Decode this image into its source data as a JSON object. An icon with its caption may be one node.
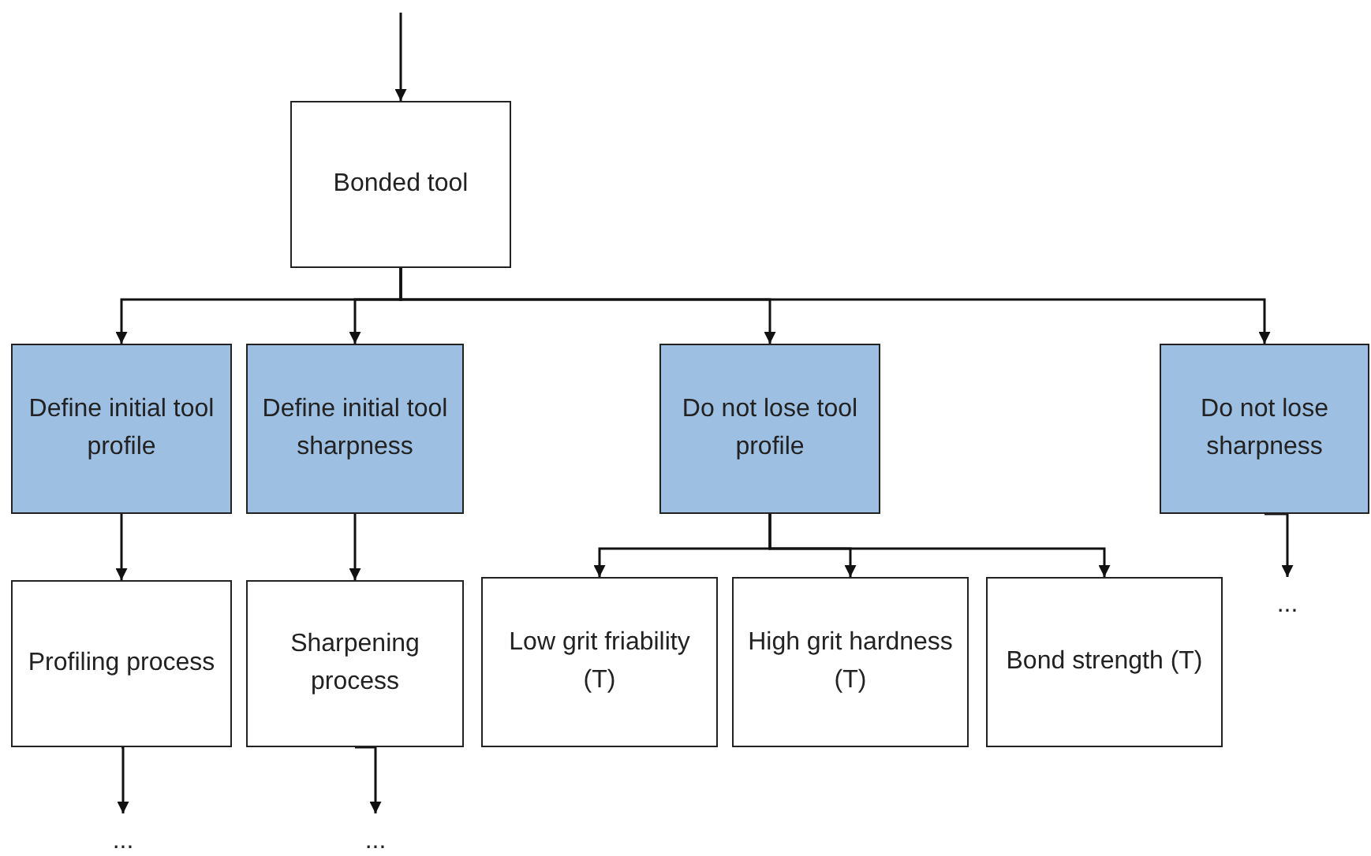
{
  "diagram": {
    "nodes": [
      {
        "text": [
          "Bonded tool"
        ]
      },
      {
        "text": [
          "Define initial tool profile"
        ]
      },
      {
        "text": [
          "Define initial tool sharpness"
        ]
      },
      {
        "text": [
          "Do not lose tool profile"
        ]
      },
      {
        "text": [
          "Do not lose sharpness"
        ]
      },
      {
        "text": [
          "Profiling process"
        ]
      },
      {
        "text": [
          "Sharpening process"
        ]
      },
      {
        "text": [
          "Low grit friability (T)"
        ]
      },
      {
        "text": [
          "High grit hardness (T)"
        ]
      },
      {
        "text": [
          "Bond strength (T)"
        ]
      },
      {
        "text": [
          "..."
        ]
      },
      {
        "text": [
          "..."
        ]
      },
      {
        "text": [
          "..."
        ]
      }
    ],
    "edges": [
      {
        "from": null,
        "to": 0,
        "arrow": "to"
      },
      {
        "from": 0,
        "to": 1,
        "arrow": "to"
      },
      {
        "from": 0,
        "to": 2,
        "arrow": "to"
      },
      {
        "from": 0,
        "to": 3,
        "arrow": "to"
      },
      {
        "from": 0,
        "to": 4,
        "arrow": "to"
      },
      {
        "from": 1,
        "to": 5,
        "arrow": "to"
      },
      {
        "from": 2,
        "to": 6,
        "arrow": "to"
      },
      {
        "from": 3,
        "to": 7,
        "arrow": "to"
      },
      {
        "from": 3,
        "to": 8,
        "arrow": "to"
      },
      {
        "from": 3,
        "to": 9,
        "arrow": "to"
      },
      {
        "from": 5,
        "to": 10,
        "arrow": "to"
      },
      {
        "from": 6,
        "to": 11,
        "arrow": "to"
      },
      {
        "from": 4,
        "to": 12,
        "arrow": "to"
      }
    ]
  }
}
